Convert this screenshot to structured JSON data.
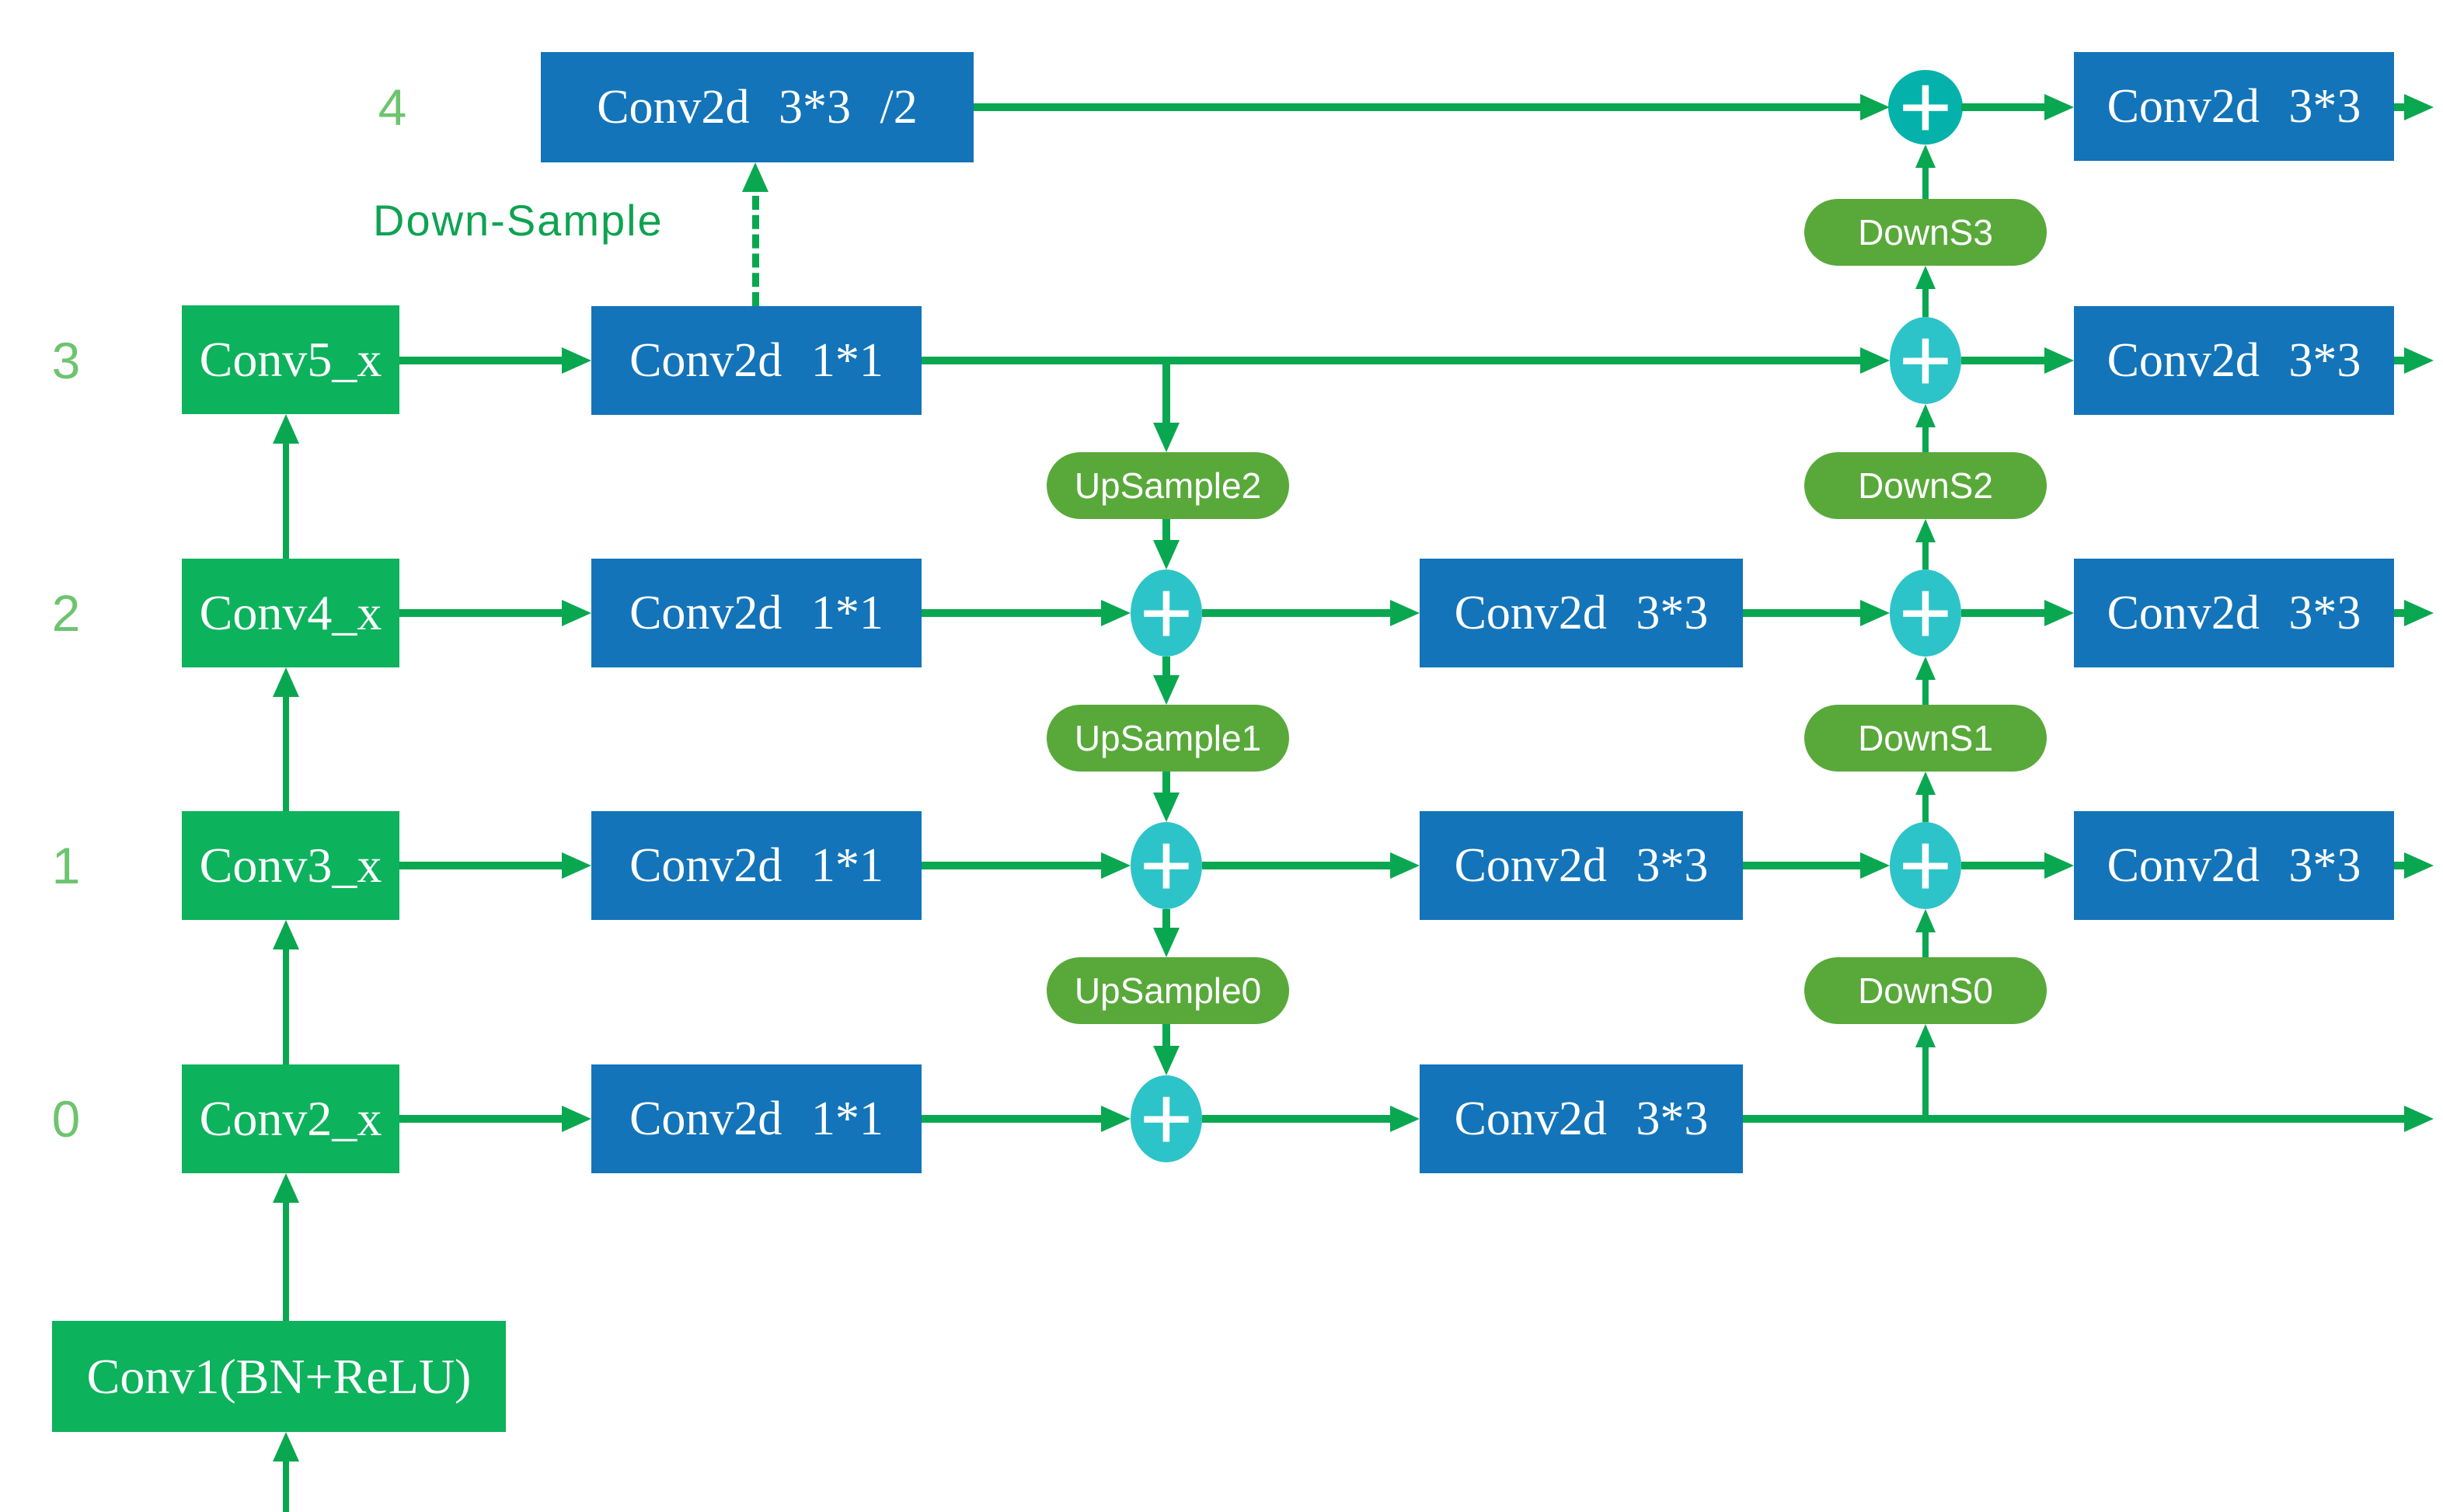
{
  "diagram": {
    "downsample_label": "Down-Sample",
    "level_labels": [
      "4",
      "3",
      "2",
      "1",
      "0"
    ],
    "backbone": {
      "conv1": "Conv1(BN+ReLU)",
      "stages": [
        "Conv2_x",
        "Conv3_x",
        "Conv4_x",
        "Conv5_x"
      ]
    },
    "boxes": {
      "top": "Conv2d 3*3 /2",
      "lateral": "Conv2d 1*1",
      "smooth": "Conv2d 3*3",
      "output": "Conv2d 3*3"
    },
    "pills": {
      "up": [
        "UpSample2",
        "UpSample1",
        "UpSample0"
      ],
      "down": [
        "DownS3",
        "DownS2",
        "DownS1",
        "DownS0"
      ]
    },
    "plus_symbol": "+",
    "colors": {
      "green": "#0db25c",
      "blue": "#1374b9",
      "pill": "#58a93a",
      "teal": "#2cc4c8",
      "teal2": "#04b2ab",
      "arrow": "#0aa751",
      "label": "#6dc46f",
      "text": "#0ea352"
    }
  }
}
